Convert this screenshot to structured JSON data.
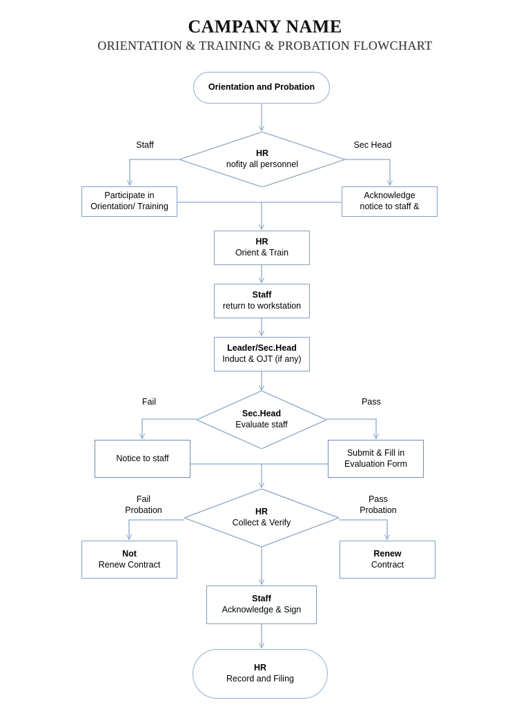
{
  "header": {
    "title": "CAMPANY NAME",
    "subtitle": "ORIENTATION & TRAINING & PROBATION FLOWCHART"
  },
  "theme": {
    "node_border": "#7d9dc4",
    "connector": "#8aa9ca",
    "text": "#000000",
    "background": "#ffffff"
  },
  "chart_data": {
    "type": "diagram",
    "title": "ORIENTATION & TRAINING & PROBATION FLOWCHART",
    "orientation": "top-to-bottom"
  },
  "nodes": {
    "start": {
      "shape": "terminal",
      "line1": "Orientation and Probation",
      "line2": ""
    },
    "d1": {
      "shape": "decision",
      "line1": "HR",
      "line2": "nofity all personnel"
    },
    "b_staff_left": {
      "shape": "process",
      "line1": "",
      "line2": "Participate in\nOrientation/ Training"
    },
    "b_sechead_right": {
      "shape": "process",
      "line1": "",
      "line2": "Acknowledge\nnotice to staff &"
    },
    "b_orient": {
      "shape": "process",
      "line1": "HR",
      "line2": "Orient & Train"
    },
    "b_return": {
      "shape": "process",
      "line1": "Staff",
      "line2": "return to workstation"
    },
    "b_induct": {
      "shape": "process",
      "line1": "Leader/Sec.Head",
      "line2": "Induct & OJT (if any)"
    },
    "d2": {
      "shape": "decision",
      "line1": "Sec.Head",
      "line2": "Evaluate staff"
    },
    "b_notice": {
      "shape": "process",
      "line1": "",
      "line2": "Notice to staff"
    },
    "b_submit": {
      "shape": "process",
      "line1": "",
      "line2": "Submit & Fill in\nEvaluation Form"
    },
    "d3": {
      "shape": "decision",
      "line1": "HR",
      "line2": "Collect & Verify"
    },
    "b_not_renew": {
      "shape": "process",
      "line1": "Not",
      "line2": "Renew Contract"
    },
    "b_renew": {
      "shape": "process",
      "line1": "Renew",
      "line2": "Contract"
    },
    "b_ack_sign": {
      "shape": "process",
      "line1": "Staff",
      "line2": "Acknowledge & Sign"
    },
    "end": {
      "shape": "terminal",
      "line1": "HR",
      "line2": "Record and Filing"
    }
  },
  "edge_labels": {
    "d1_left": "Staff",
    "d1_right": "Sec Head",
    "d2_left": "Fail",
    "d2_right": "Pass",
    "d3_left": "Fail\nProbation",
    "d3_right": "Pass\nProbation"
  }
}
